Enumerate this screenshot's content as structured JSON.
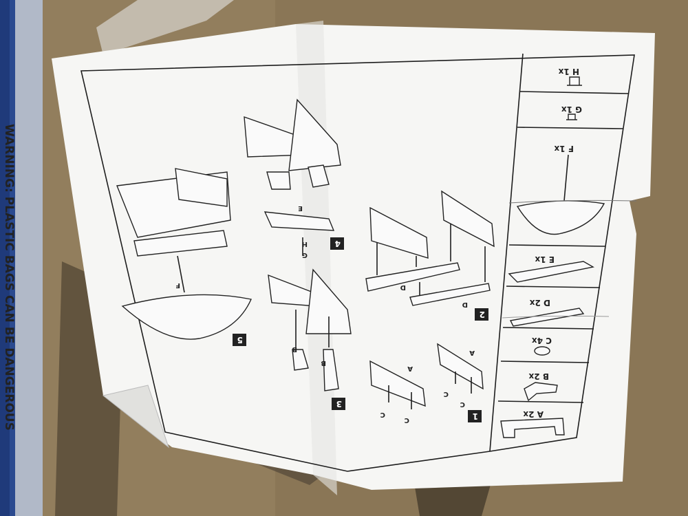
{
  "bag": {
    "warning_text": "WARNING: PLASTIC BAGS CAN BE DANGEROUS"
  },
  "parts": [
    {
      "letter": "A",
      "qty": "2x"
    },
    {
      "letter": "B",
      "qty": "2x"
    },
    {
      "letter": "C",
      "qty": "4x"
    },
    {
      "letter": "D",
      "qty": "2x"
    },
    {
      "letter": "E",
      "qty": "1x"
    },
    {
      "letter": "F",
      "qty": "1x"
    },
    {
      "letter": "G",
      "qty": "1x"
    },
    {
      "letter": "H",
      "qty": "1x"
    }
  ],
  "steps": [
    {
      "number": "1",
      "labels": [
        "A",
        "A",
        "C",
        "C",
        "C",
        "C"
      ]
    },
    {
      "number": "2",
      "labels": [
        "D",
        "D"
      ]
    },
    {
      "number": "3",
      "labels": [
        "B",
        "B"
      ]
    },
    {
      "number": "4",
      "labels": [
        "E",
        "G",
        "H"
      ]
    },
    {
      "number": "5",
      "labels": [
        "F"
      ]
    }
  ],
  "colors": {
    "cardboard": "#8a7656",
    "paper": "#f6f6f4",
    "bag": "#2b4a8f",
    "ink": "#1d1d1d"
  }
}
